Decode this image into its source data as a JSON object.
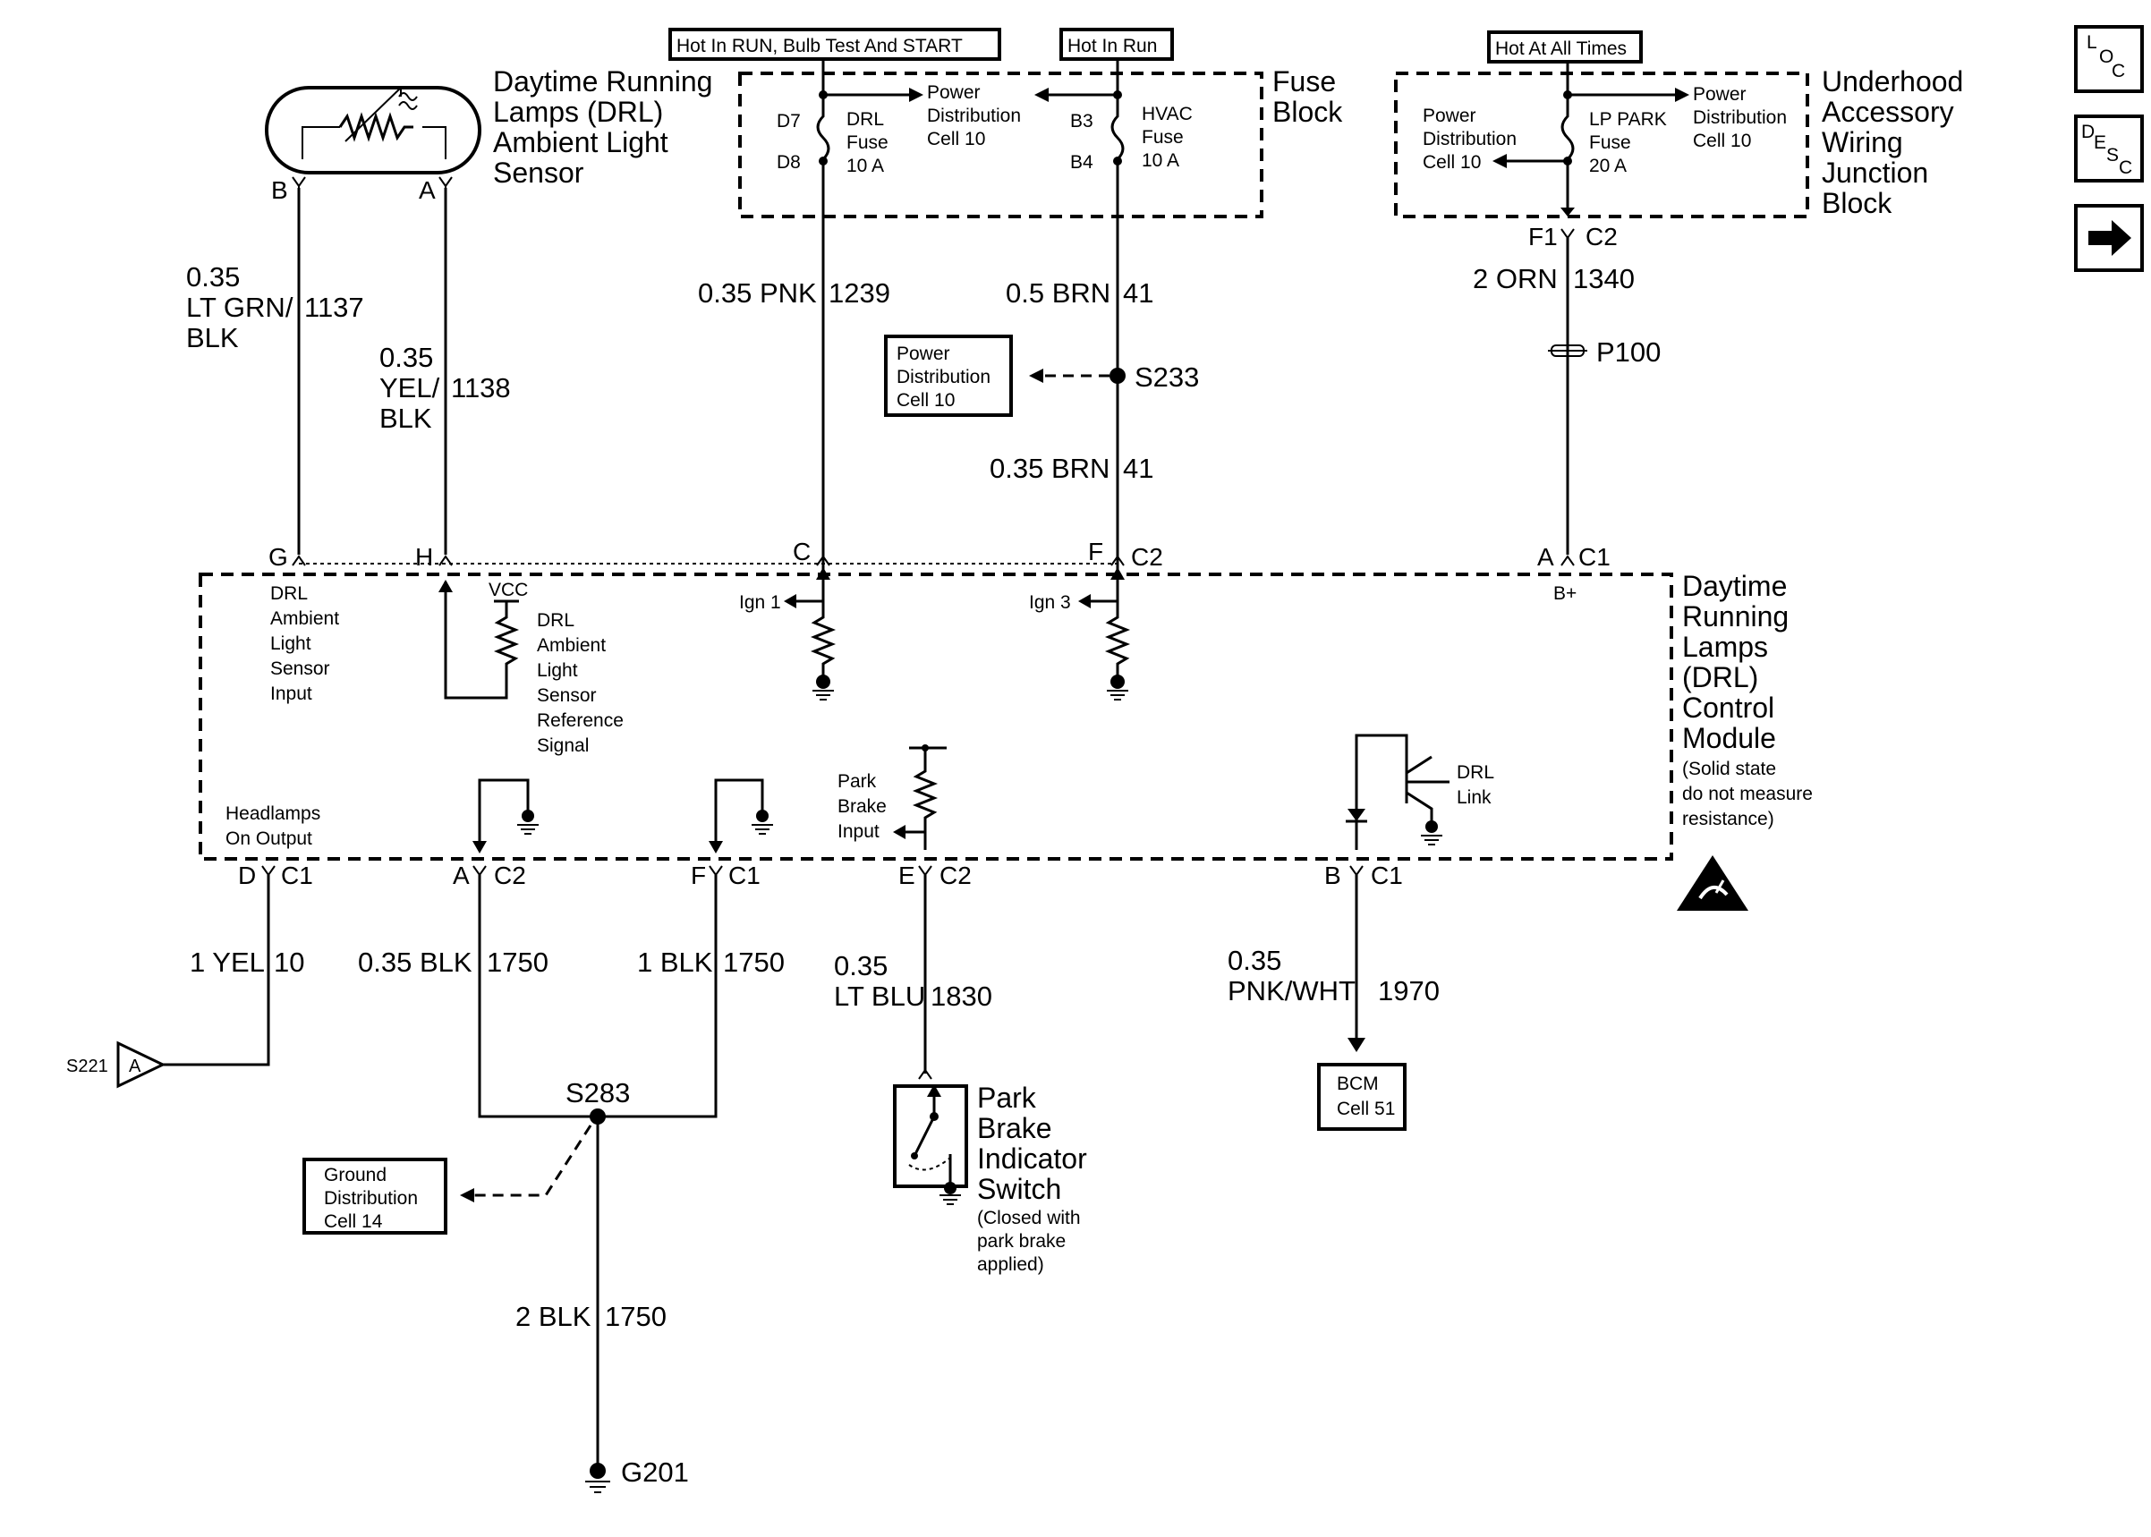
{
  "sensor": {
    "title": [
      "Daytime Running",
      "Lamps (DRL)",
      "Ambient Light",
      "Sensor"
    ],
    "pin_b": "B",
    "pin_a": "A"
  },
  "headers": {
    "run_bulb_start": "Hot In RUN, Bulb Test And START",
    "hot_in_run": "Hot In Run",
    "hot_all_times": "Hot At All Times"
  },
  "fuse_block": {
    "title": [
      "Fuse",
      "Block"
    ],
    "d7": "D7",
    "d8": "D8",
    "b3": "B3",
    "b4": "B4",
    "drl_fuse": [
      "DRL",
      "Fuse",
      "10 A"
    ],
    "hvac_fuse": [
      "HVAC",
      "Fuse",
      "10 A"
    ],
    "power_dist": [
      "Power",
      "Distribution",
      "Cell 10"
    ]
  },
  "underhood": {
    "title": [
      "Underhood",
      "Accessory",
      "Wiring",
      "Junction",
      "Block"
    ],
    "lp_park": [
      "LP PARK",
      "Fuse",
      "20 A"
    ],
    "power_dist_left": [
      "Power",
      "Distribution",
      "Cell 10"
    ],
    "power_dist_right": [
      "Power",
      "Distribution",
      "Cell 10"
    ],
    "connector": "F1",
    "connector_c": "C2"
  },
  "wires": {
    "w1137": [
      "0.35",
      "LT GRN/",
      "BLK",
      "1137"
    ],
    "w1138": [
      "0.35",
      "YEL/",
      "BLK",
      "1138"
    ],
    "w1239": [
      "0.35 PNK",
      "1239"
    ],
    "w41a": [
      "0.5 BRN",
      "41"
    ],
    "w41b": [
      "0.35 BRN",
      "41"
    ],
    "w1340": [
      "2 ORN",
      "1340"
    ],
    "w10": [
      "1 YEL",
      "10"
    ],
    "w1750a": [
      "0.35 BLK",
      "1750"
    ],
    "w1750b": [
      "1 BLK",
      "1750"
    ],
    "w1830": [
      "0.35",
      "LT BLU",
      "1830"
    ],
    "w1970": [
      "0.35",
      "PNK/WHT",
      "1970"
    ],
    "w1750c": [
      "2 BLK",
      "1750"
    ]
  },
  "splices": {
    "s233": "S233",
    "p100": "P100",
    "s283": "S283",
    "g201": "G201",
    "s221": "S221",
    "s221_tag": "A"
  },
  "pd_cell10_box": [
    "Power",
    "Distribution",
    "Cell 10"
  ],
  "ground_dist_box": [
    "Ground",
    "Distribution",
    "Cell 14"
  ],
  "bcm_box": [
    "BCM",
    "Cell 51"
  ],
  "module": {
    "title": [
      "Daytime",
      "Running",
      "Lamps",
      "(DRL)",
      "Control",
      "Module"
    ],
    "note": [
      "(Solid state",
      "do not measure",
      "resistance)"
    ],
    "top_pins": {
      "g": "G",
      "h": "H",
      "c": "C",
      "f": "F",
      "f_c": "C2",
      "a": "A",
      "a_c": "C1"
    },
    "bplus": "B+",
    "sensor_input": [
      "DRL",
      "Ambient",
      "Light",
      "Sensor",
      "Input"
    ],
    "vcc": "VCC",
    "sensor_ref": [
      "DRL",
      "Ambient",
      "Light",
      "Sensor",
      "Reference",
      "Signal"
    ],
    "ign1": "Ign 1",
    "ign3": "Ign 3",
    "park_brake_input": [
      "Park",
      "Brake",
      "Input"
    ],
    "drl_link": [
      "DRL",
      "Link"
    ],
    "headlamps_output": [
      "Headlamps",
      "On Output"
    ],
    "bottom_pins": [
      {
        "pin": "D",
        "conn": "C1"
      },
      {
        "pin": "A",
        "conn": "C2"
      },
      {
        "pin": "F",
        "conn": "C1"
      },
      {
        "pin": "E",
        "conn": "C2"
      },
      {
        "pin": "B",
        "conn": "C1"
      }
    ]
  },
  "park_switch": {
    "title": [
      "Park",
      "Brake",
      "Indicator",
      "Switch"
    ],
    "note": [
      "(Closed with",
      "park brake",
      "applied)"
    ]
  },
  "nav": {
    "loc": [
      "L",
      "O",
      "C"
    ],
    "desc": [
      "D",
      "E",
      "S",
      "C"
    ]
  }
}
